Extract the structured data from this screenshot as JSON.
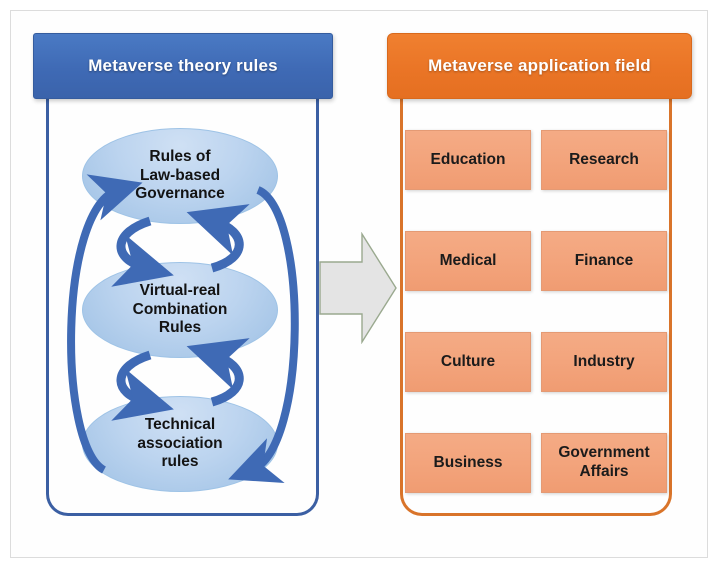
{
  "diagram": {
    "left_panel": {
      "header": "Metaverse theory rules",
      "header_color": "#3f6ab5",
      "border_color": "#3b5fa3",
      "nodes": [
        {
          "id": "law",
          "label": "Rules of\nLaw-based\nGovernance",
          "lines": [
            "Rules of",
            "Law-based",
            "Governance"
          ]
        },
        {
          "id": "virtual",
          "label": "Virtual-real\nCombination\nRules",
          "lines": [
            "Virtual-real",
            "Combination",
            "Rules"
          ]
        },
        {
          "id": "technical",
          "label": "Technical\nassociation\nrules",
          "lines": [
            "Technical",
            "association",
            "rules"
          ]
        }
      ],
      "node_fill": "#b4cfec",
      "arrow_color": "#3f6ab5"
    },
    "connector": {
      "icon": "right-block-arrow",
      "fill": "#e4e4e4",
      "stroke": "#9aa98f"
    },
    "right_panel": {
      "header": "Metaverse application field",
      "header_color": "#ea7526",
      "border_color": "#d9742a",
      "box_fill": "#f3a47c",
      "fields": [
        "Education",
        "Research",
        "Medical",
        "Finance",
        "Culture",
        "Industry",
        "Business",
        "Government Affairs"
      ]
    }
  }
}
